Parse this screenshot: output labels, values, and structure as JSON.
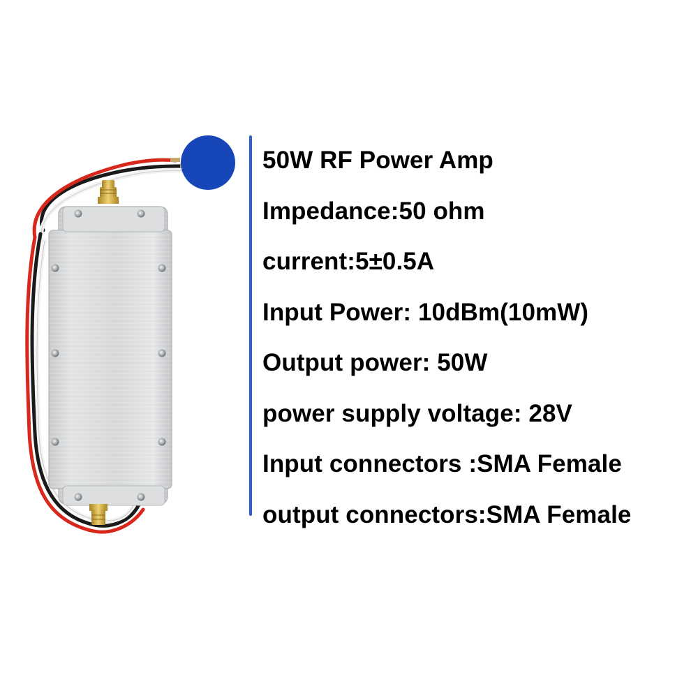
{
  "colors": {
    "accent_dot": "#1746b8",
    "divider": "#2f5fcf",
    "text": "#000000",
    "housing": "#d7d9da",
    "wire_red": "#d8281c",
    "wire_black": "#1a1a1a",
    "wire_white": "#f2f2f2",
    "connector_gold": "#d8b24a"
  },
  "icons": {
    "product": "rf-amplifier-module-image",
    "accent": "blue-circle-icon"
  },
  "specs": [
    "50W RF Power Amp",
    "Impedance:50 ohm",
    "current:5±0.5A",
    "Input Power: 10dBm(10mW)",
    "Output power: 50W",
    "power supply voltage: 28V",
    "Input connectors :SMA Female",
    "output connectors:SMA Female"
  ]
}
